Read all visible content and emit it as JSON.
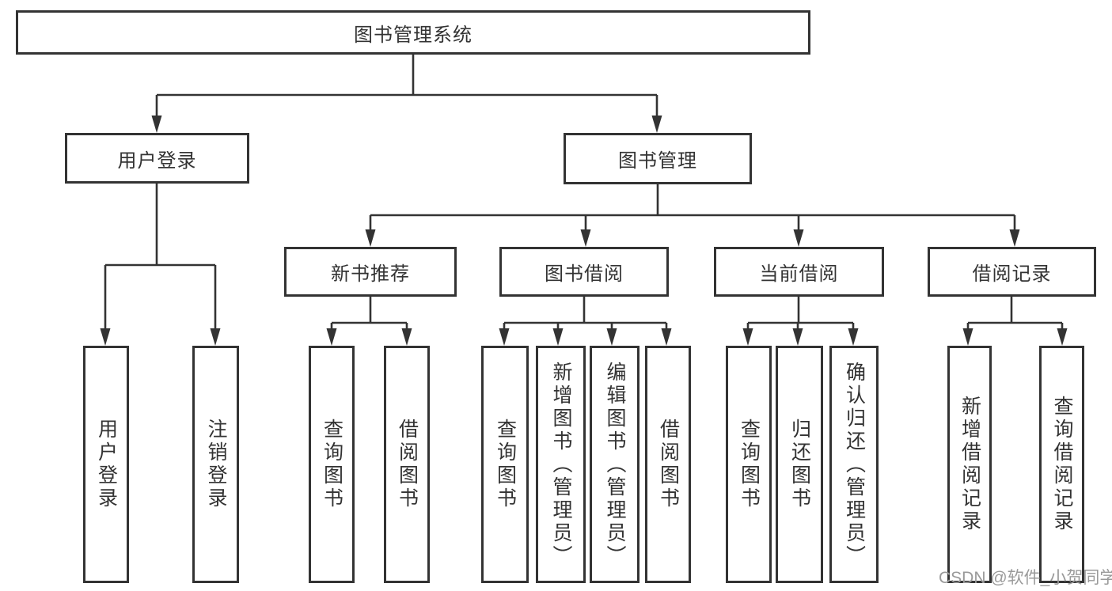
{
  "diagram": {
    "root": {
      "label": "图书管理系统"
    },
    "level2": [
      {
        "label": "用户登录"
      },
      {
        "label": "图书管理"
      }
    ],
    "level3": [
      {
        "label": "新书推荐"
      },
      {
        "label": "图书借阅"
      },
      {
        "label": "当前借阅"
      },
      {
        "label": "借阅记录"
      }
    ],
    "leaves": [
      {
        "label": "用户登录"
      },
      {
        "label": "注销登录"
      },
      {
        "label": "查询图书"
      },
      {
        "label": "借阅图书"
      },
      {
        "label": "查询图书"
      },
      {
        "label": "新增图书（管理员）"
      },
      {
        "label": "编辑图书（管理员）"
      },
      {
        "label": "借阅图书"
      },
      {
        "label": "查询图书"
      },
      {
        "label": "归还图书"
      },
      {
        "label": "确认归还（管理员）"
      },
      {
        "label": "新增借阅记录"
      },
      {
        "label": "查询借阅记录"
      }
    ]
  },
  "watermark": {
    "text": "CSDN @软件_小贺同学"
  },
  "colors": {
    "line": "#333333",
    "text": "#333333",
    "watermark": "#9a9a9a",
    "background": "#ffffff"
  }
}
